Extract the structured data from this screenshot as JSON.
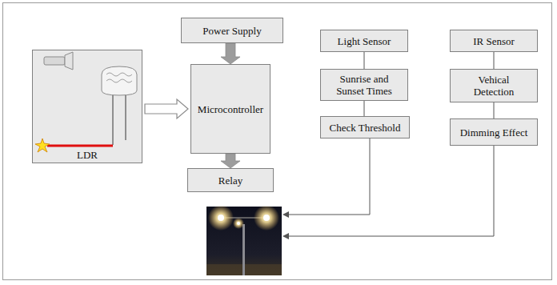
{
  "diagram": {
    "nodes": [
      {
        "text": [
          "LDR"
        ]
      },
      {
        "text": [
          "Power Supply"
        ]
      },
      {
        "text": [
          "Microcontroller"
        ]
      },
      {
        "text": [
          "Relay"
        ]
      },
      {
        "text": [
          "Light Sensor"
        ]
      },
      {
        "text": [
          "Sunrise and Sunset Times"
        ]
      },
      {
        "text": [
          "Check Threshold"
        ]
      },
      {
        "text": [
          "IR Sensor"
        ]
      },
      {
        "text": [
          "Vehical Detection"
        ]
      },
      {
        "text": [
          "Dimming Effect"
        ]
      }
    ],
    "edges": [
      {
        "from": 1,
        "to": 2,
        "arrow": "to"
      },
      {
        "from": 0,
        "to": 2,
        "arrow": "to"
      },
      {
        "from": 2,
        "to": 3,
        "arrow": "to"
      },
      {
        "from": 4,
        "to": 5,
        "arrow": "none"
      },
      {
        "from": 5,
        "to": 6,
        "arrow": "none"
      },
      {
        "from": 7,
        "to": 8,
        "arrow": "none"
      },
      {
        "from": 8,
        "to": 9,
        "arrow": "none"
      }
    ]
  }
}
